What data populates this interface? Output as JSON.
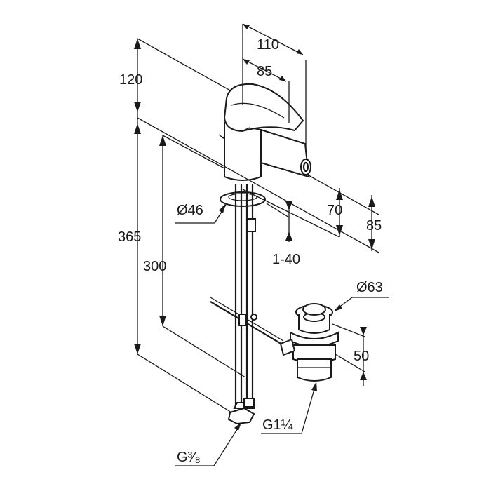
{
  "dimensions": {
    "spout_reach_110": "110",
    "lever_reach_85": "85",
    "lever_height_120": "120",
    "body_diameter": "Ø46",
    "spout_height_70": "70",
    "outlet_height_85": "85",
    "deck_thickness": "1-40",
    "supply_length_365": "365",
    "rod_length_300": "300",
    "waste_diameter": "Ø63",
    "waste_height_50": "50",
    "waste_thread": "G1¼",
    "supply_thread": "G³⁄₈"
  },
  "colors": {
    "line": "#1a1a1a",
    "background": "#ffffff"
  }
}
